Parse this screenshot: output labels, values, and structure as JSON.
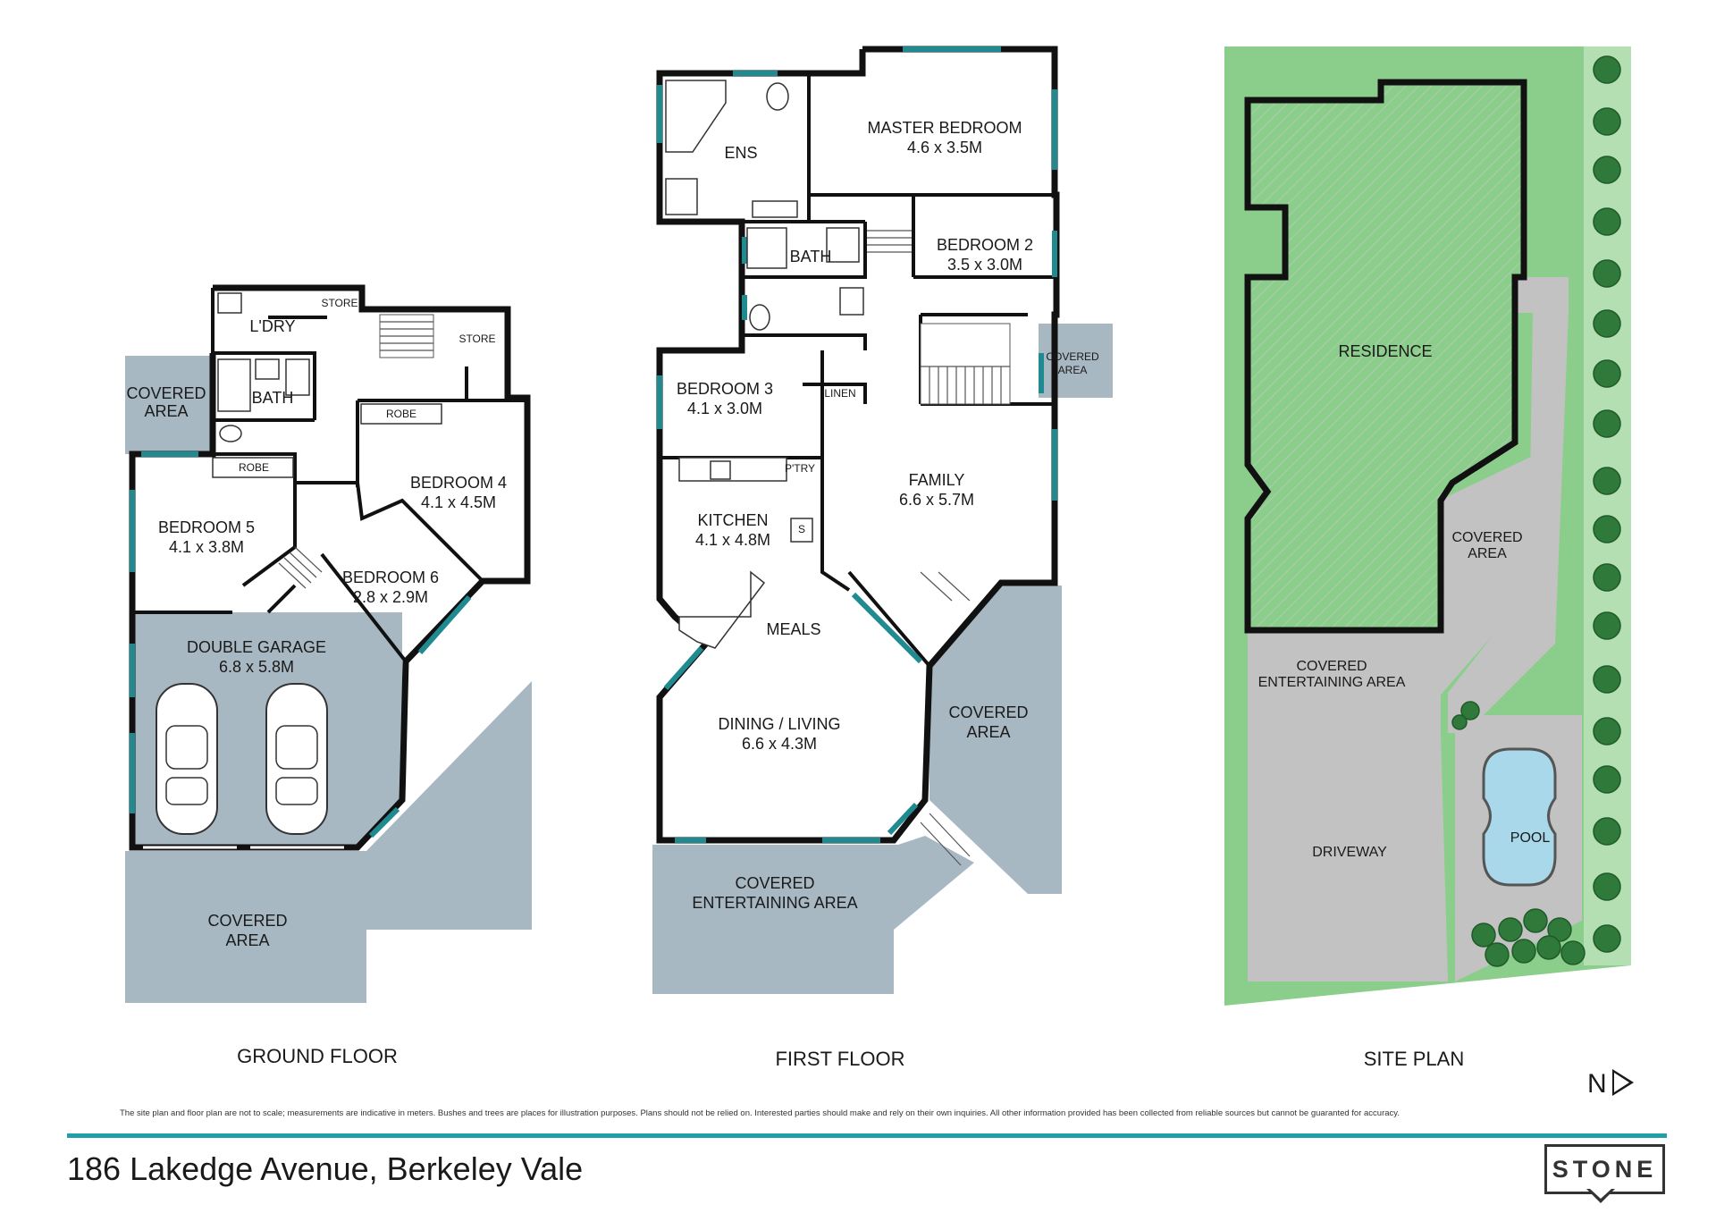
{
  "ground_floor": {
    "title": "GROUND FLOOR",
    "rooms": {
      "covered_area_left": [
        "COVERED",
        "AREA"
      ],
      "ldry": "L'DRY",
      "store_1": "STORE",
      "store_2": "STORE",
      "bath": "BATH",
      "robe_1": "ROBE",
      "robe_2": "ROBE",
      "bedroom_5": [
        "BEDROOM 5",
        "4.1 x 3.8M"
      ],
      "bedroom_4": [
        "BEDROOM 4",
        "4.1 x 4.5M"
      ],
      "bedroom_6": [
        "BEDROOM 6",
        "2.8 x 2.9M"
      ],
      "double_garage": [
        "DOUBLE GARAGE",
        "6.8 x 5.8M"
      ],
      "covered_area_bottom": [
        "COVERED",
        "AREA"
      ]
    }
  },
  "first_floor": {
    "title": "FIRST FLOOR",
    "rooms": {
      "ens": "ENS",
      "master_bedroom": [
        "MASTER BEDROOM",
        "4.6 x 3.5M"
      ],
      "bath": "BATH",
      "bedroom_2": [
        "BEDROOM 2",
        "3.5 x 3.0M"
      ],
      "covered_area_entry": [
        "COVERED",
        "AREA"
      ],
      "bedroom_3": [
        "BEDROOM 3",
        "4.1 x 3.0M"
      ],
      "linen": "LINEN",
      "pantry": "P'TRY",
      "fridge_s": "S",
      "family": [
        "FAMILY",
        "6.6 x 5.7M"
      ],
      "kitchen": [
        "KITCHEN",
        "4.1 x 4.8M"
      ],
      "meals": "MEALS",
      "dining_living": [
        "DINING / LIVING",
        "6.6 x 4.3M"
      ],
      "covered_area_right": [
        "COVERED",
        "AREA"
      ],
      "covered_entertaining": [
        "COVERED",
        "ENTERTAINING AREA"
      ]
    }
  },
  "site_plan": {
    "title": "SITE PLAN",
    "areas": {
      "residence": "RESIDENCE",
      "covered_area": [
        "COVERED",
        "AREA"
      ],
      "covered_entertaining": [
        "COVERED",
        "ENTERTAINING AREA"
      ],
      "driveway": "DRIVEWAY",
      "pool": "POOL"
    }
  },
  "north_label": "N",
  "disclaimer": "The site plan and floor plan are not to scale; measurements are indicative in meters. Bushes and trees are places for illustration purposes. Plans should not be relied on. Interested parties should make and rely on their own inquiries. All other information provided has been collected from reliable sources but cannot be guaranted for accuracy.",
  "address": "186 Lakedge Avenue, Berkeley Vale",
  "brand": "STONE",
  "colors": {
    "covered_area": "#a7b8c3",
    "lawn": "#8bce8b",
    "driveway": "#c2c2c2",
    "pool": "#a8d8ea",
    "window": "#1f8a8f",
    "accent_rule": "#1f9fa6"
  }
}
